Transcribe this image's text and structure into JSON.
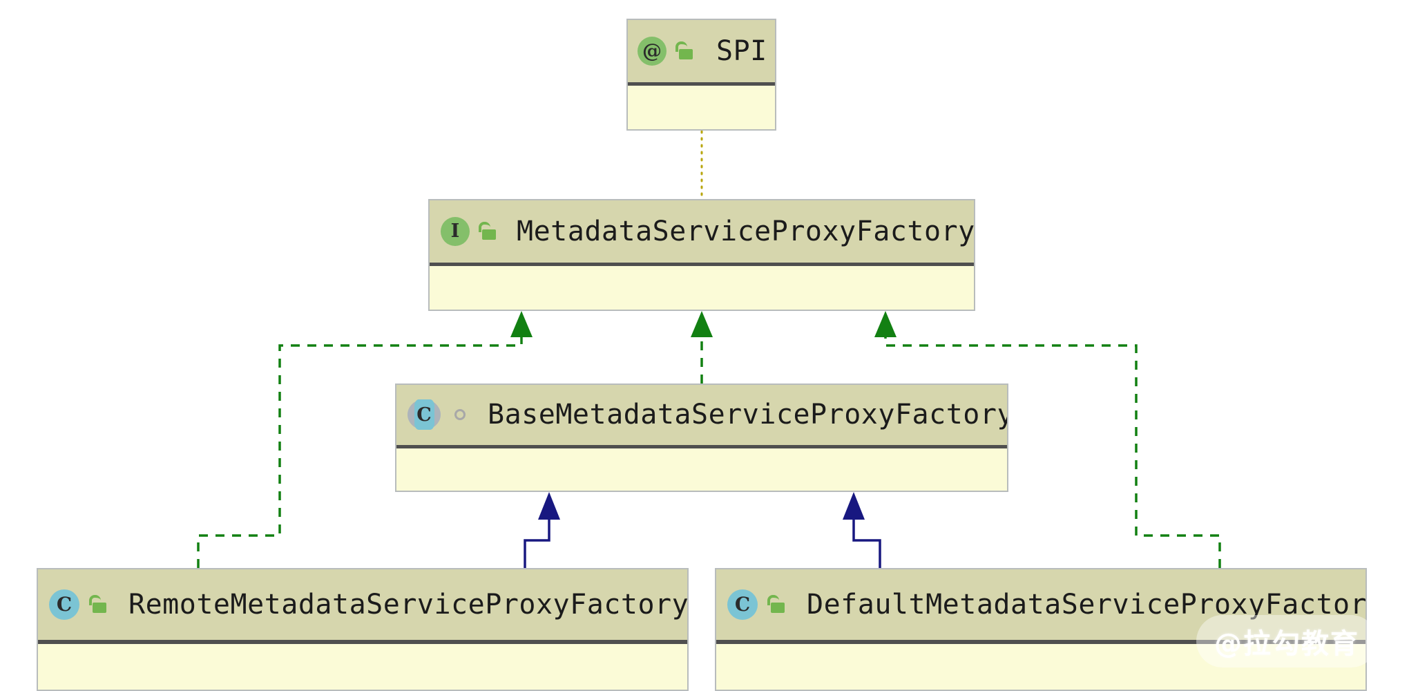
{
  "diagram": {
    "type": "uml-class-diagram",
    "background": "#ffffff",
    "nodes": [
      {
        "id": "spi",
        "title": "SPI",
        "kind": "annotation",
        "badge_glyph": "@",
        "badge_color": "#84bf6a",
        "visibility": "public",
        "visibility_icon": "open-padlock-icon",
        "header_color": "#d6d6ad",
        "body_color": "#fbfbd7",
        "border_color": "#b8bcbc"
      },
      {
        "id": "metadata-service-proxy-factory",
        "title": "MetadataServiceProxyFactory",
        "kind": "interface",
        "badge_glyph": "I",
        "badge_color": "#84bf6a",
        "visibility": "public",
        "visibility_icon": "open-padlock-icon",
        "header_color": "#d6d6ad",
        "body_color": "#fbfbd7",
        "border_color": "#b8bcbc"
      },
      {
        "id": "base-metadata-service-proxy-factory",
        "title": "BaseMetadataServiceProxyFactory",
        "kind": "abstract-class",
        "badge_glyph": "C",
        "badge_color": "#7bc4d4",
        "visibility": "protected",
        "visibility_icon": "hollow-circle-icon",
        "header_color": "#d6d6ad",
        "body_color": "#fbfbd7",
        "border_color": "#b8bcbc"
      },
      {
        "id": "remote-metadata-service-proxy-factory",
        "title": "RemoteMetadataServiceProxyFactory",
        "kind": "class",
        "badge_glyph": "C",
        "badge_color": "#7bc4d4",
        "visibility": "public",
        "visibility_icon": "open-padlock-icon",
        "header_color": "#d6d6ad",
        "body_color": "#fbfbd7",
        "border_color": "#b8bcbc"
      },
      {
        "id": "default-metadata-service-proxy-factory",
        "title": "DefaultMetadataServiceProxyFactory",
        "kind": "class",
        "badge_glyph": "C",
        "badge_color": "#7bc4d4",
        "visibility": "public",
        "visibility_icon": "open-padlock-icon",
        "header_color": "#d6d6ad",
        "body_color": "#fbfbd7",
        "border_color": "#b8bcbc"
      }
    ],
    "edges": [
      {
        "id": "spi-to-interface",
        "from": "spi",
        "to": "metadata-service-proxy-factory",
        "relation": "annotation-link",
        "style": "dotted",
        "color": "#b8a60f",
        "arrowhead": "none"
      },
      {
        "id": "base-realizes-interface",
        "from": "base-metadata-service-proxy-factory",
        "to": "metadata-service-proxy-factory",
        "relation": "realization",
        "style": "dashed",
        "color": "#128012",
        "arrowhead": "solid-triangle"
      },
      {
        "id": "remote-realizes-interface",
        "from": "remote-metadata-service-proxy-factory",
        "to": "metadata-service-proxy-factory",
        "relation": "realization",
        "style": "dashed",
        "color": "#128012",
        "arrowhead": "solid-triangle"
      },
      {
        "id": "default-realizes-interface",
        "from": "default-metadata-service-proxy-factory",
        "to": "metadata-service-proxy-factory",
        "relation": "realization",
        "style": "dashed",
        "color": "#128012",
        "arrowhead": "solid-triangle"
      },
      {
        "id": "remote-extends-base",
        "from": "remote-metadata-service-proxy-factory",
        "to": "base-metadata-service-proxy-factory",
        "relation": "generalization",
        "style": "solid",
        "color": "#181880",
        "arrowhead": "solid-triangle"
      },
      {
        "id": "default-extends-base",
        "from": "default-metadata-service-proxy-factory",
        "to": "base-metadata-service-proxy-factory",
        "relation": "generalization",
        "style": "solid",
        "color": "#181880",
        "arrowhead": "solid-triangle"
      }
    ],
    "watermark": {
      "text": "@拉勾教育"
    }
  }
}
